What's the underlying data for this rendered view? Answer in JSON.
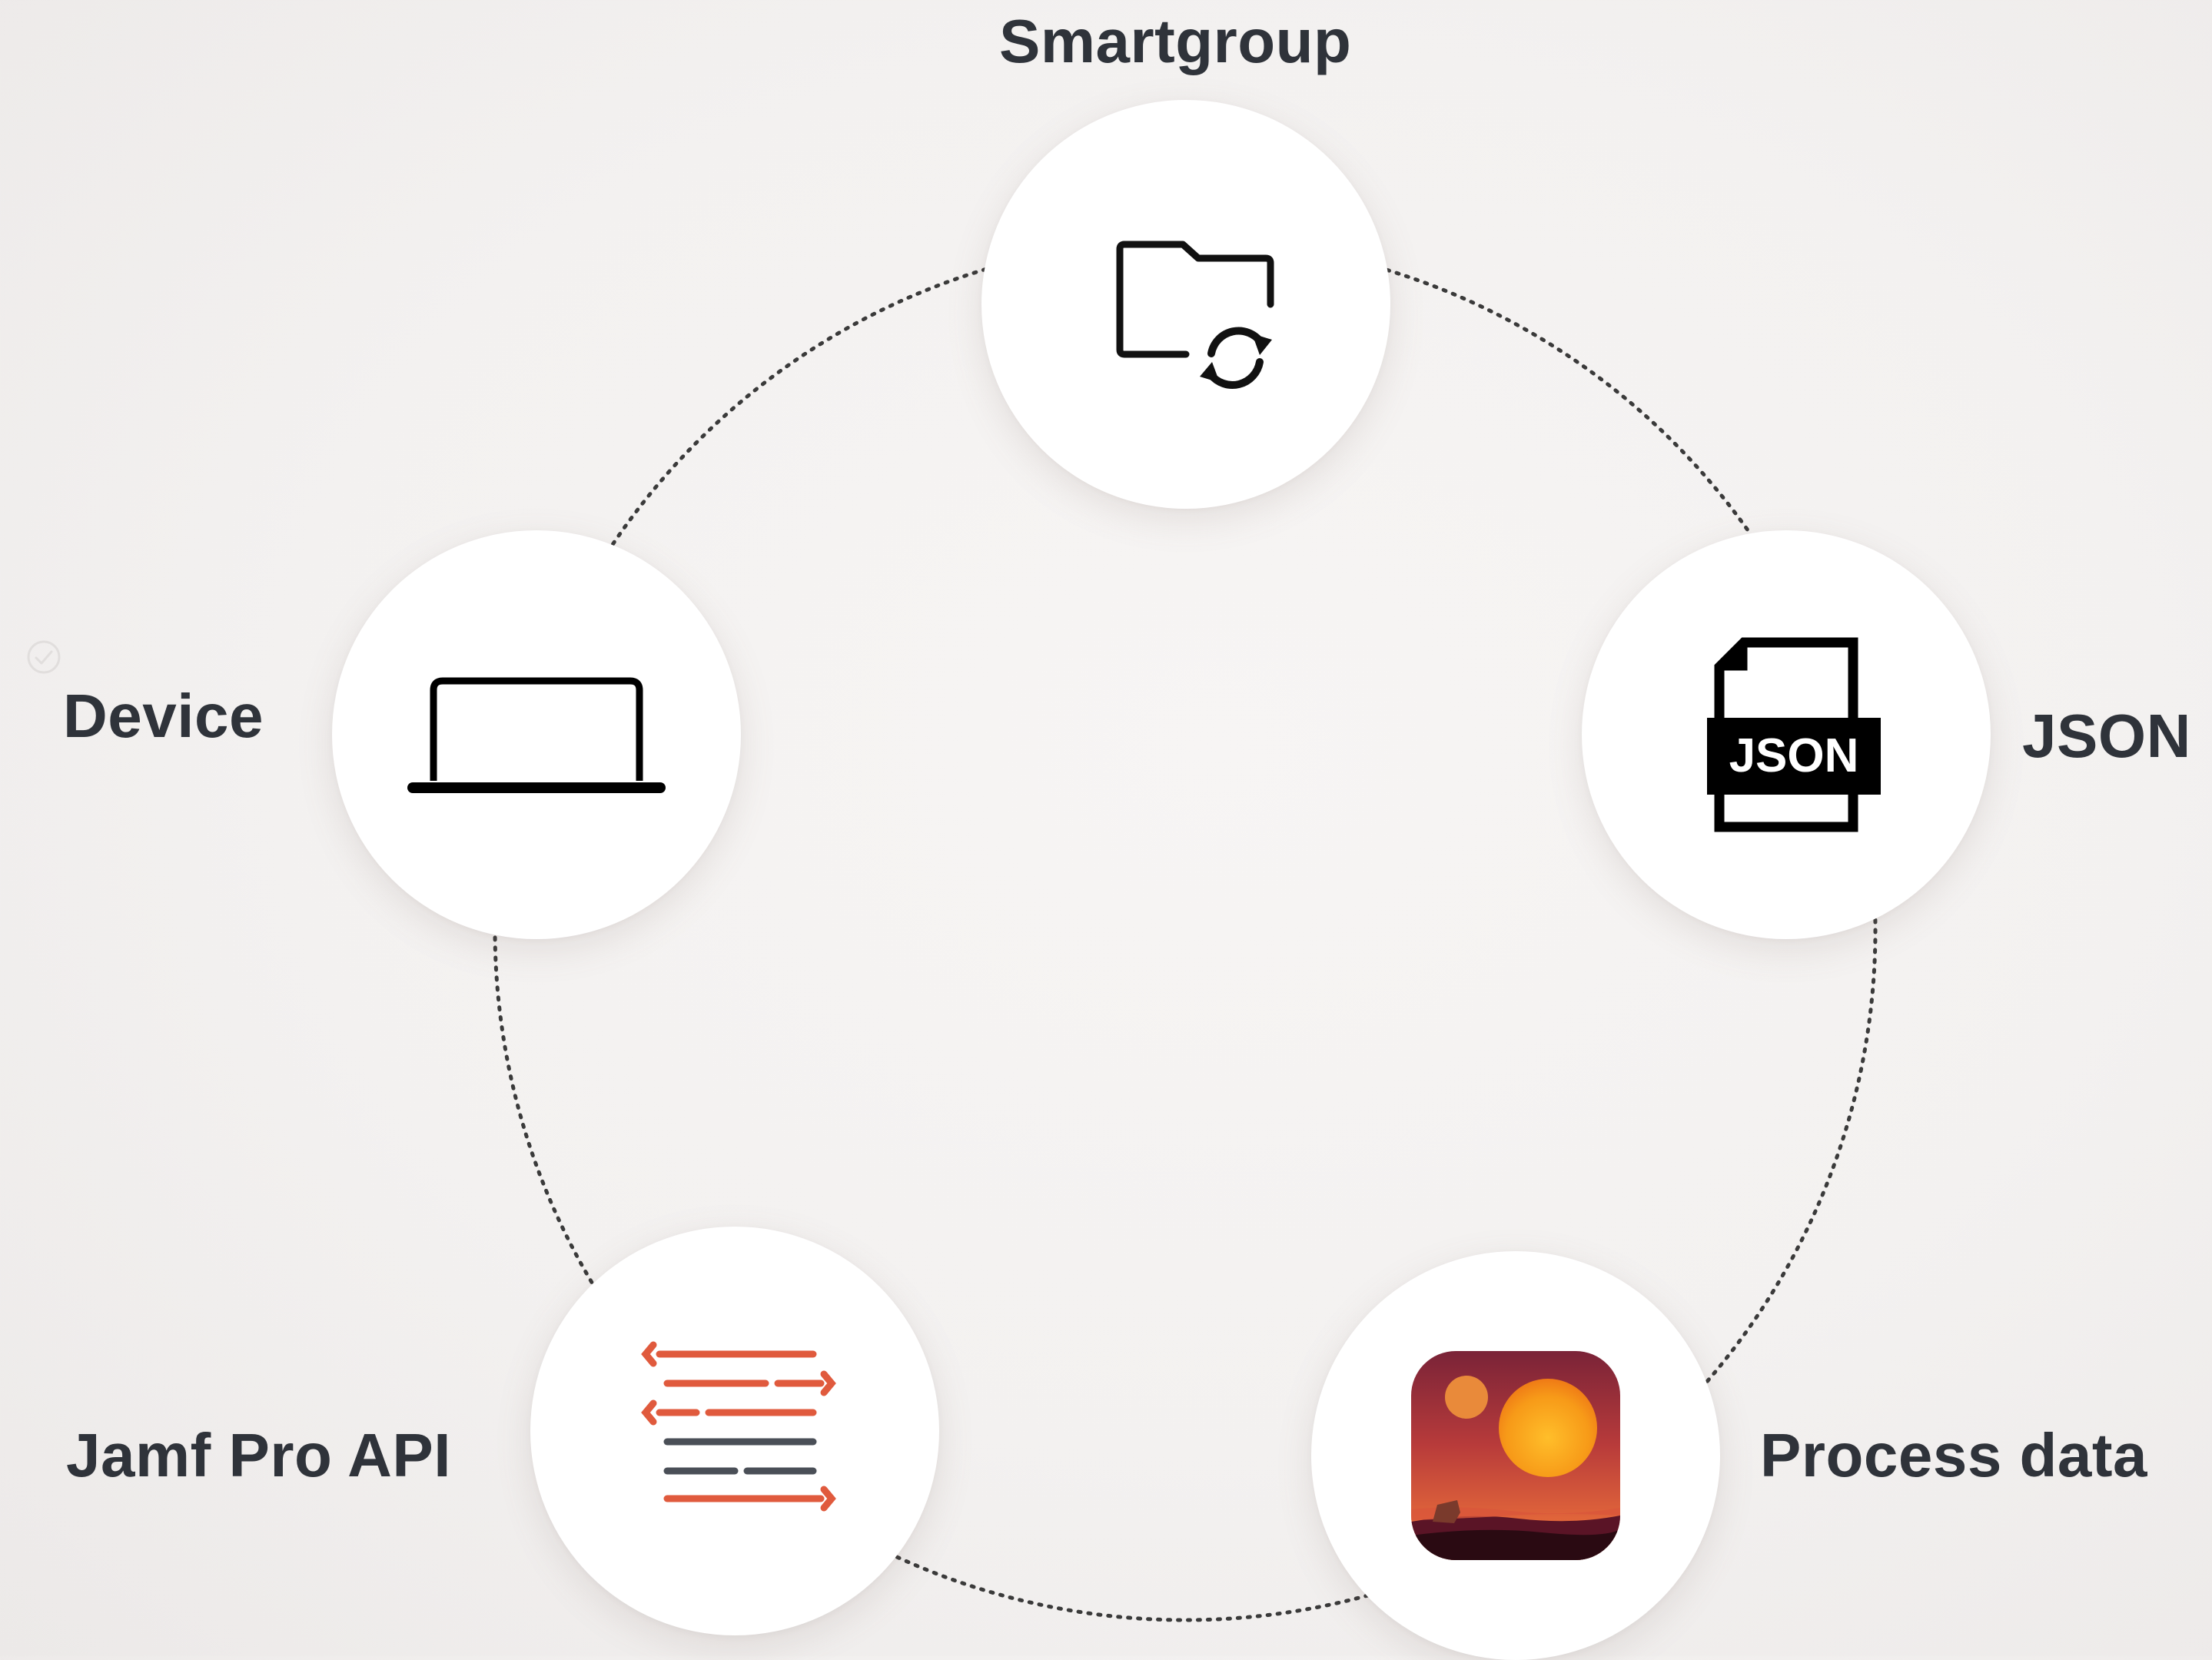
{
  "nodes": {
    "smartgroup": {
      "label": "Smartgroup",
      "icon": "folder-sync-icon"
    },
    "json": {
      "label": "JSON",
      "icon": "json-file-icon",
      "badge": "JSON"
    },
    "process": {
      "label": "Process data",
      "icon": "sunset-app-icon"
    },
    "api": {
      "label": "Jamf Pro API",
      "icon": "code-lines-icon"
    },
    "device": {
      "label": "Device",
      "icon": "laptop-icon"
    }
  },
  "colors": {
    "text": "#2f333a",
    "accent_red": "#e05a3d",
    "code_gray": "#4a4f57",
    "connector": "#3a3a3a"
  }
}
